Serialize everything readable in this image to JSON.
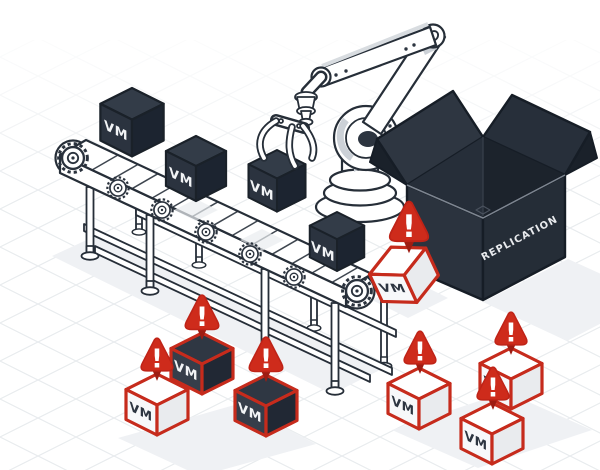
{
  "colors": {
    "dark": "#2b333f",
    "dark_top": "#333c48",
    "dark_right": "#1c2430",
    "outline": "#222932",
    "red": "#c62b1c",
    "red_dark": "#9e1c12",
    "white_face": "#ffffff",
    "light_gray_face": "#e9ebee",
    "grid": "#e8ebee",
    "ground_shadow": "#eff1f4",
    "label_light": "#f2f4f6",
    "label_dark": "#2d3541"
  },
  "conveyor": {
    "cubes": [
      {
        "label": "VM"
      },
      {
        "label": "VM"
      },
      {
        "label": "VM"
      },
      {
        "label": "VM"
      }
    ]
  },
  "replication_box": {
    "label": "REPLICATION"
  },
  "warning": {
    "mark": "!"
  },
  "falling_cube": {
    "label": "VM"
  },
  "failed_left": [
    {
      "label": "VM",
      "variant": "white"
    },
    {
      "label": "VM",
      "variant": "dark"
    },
    {
      "label": "VM",
      "variant": "dark"
    }
  ],
  "failed_right": [
    {
      "label": "VM",
      "variant": "white"
    },
    {
      "label": "VM",
      "variant": "white"
    },
    {
      "label": "VM",
      "variant": "white"
    }
  ]
}
